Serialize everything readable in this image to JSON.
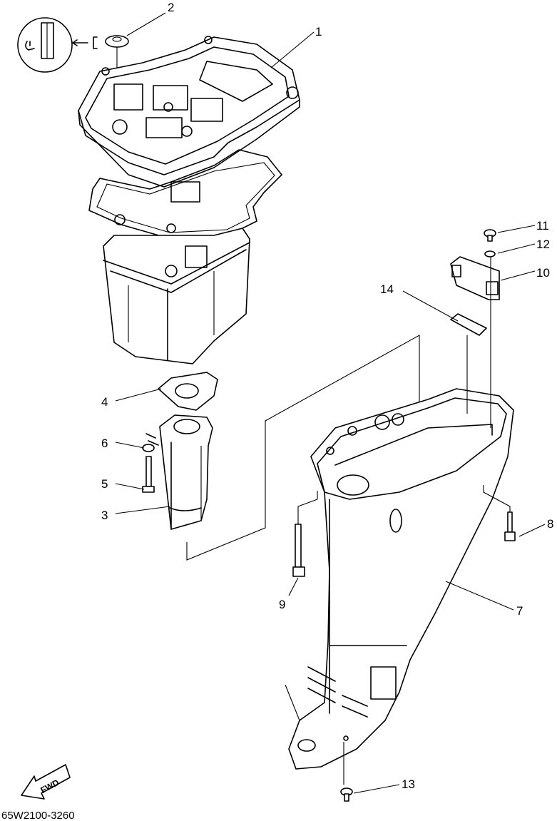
{
  "diagram": {
    "part_code": "65W2100-3260",
    "fwd_label": "FWD",
    "callouts": [
      "1",
      "2",
      "3",
      "4",
      "5",
      "6",
      "7",
      "8",
      "9",
      "10",
      "11",
      "12",
      "13",
      "14"
    ]
  }
}
